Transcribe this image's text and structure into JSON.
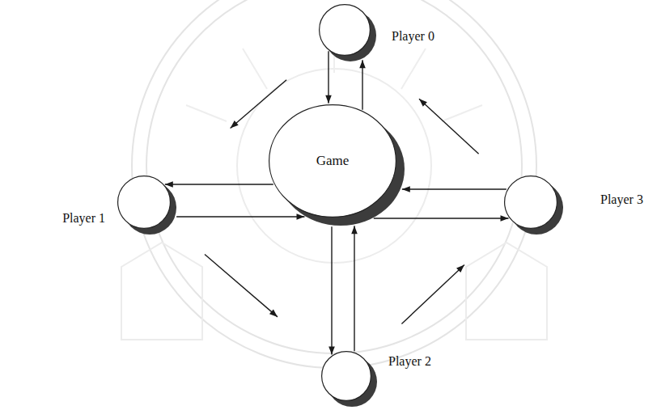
{
  "diagram": {
    "nodes": [
      {
        "text": [
          "Player 0"
        ]
      },
      {
        "text": [
          "Player 1"
        ]
      },
      {
        "text": [
          "Game"
        ]
      },
      {
        "text": [
          "Player 3"
        ]
      },
      {
        "text": [
          "Player 2"
        ]
      }
    ],
    "edges": [
      {
        "from": 0,
        "to": 2,
        "arrow": "to"
      },
      {
        "from": 2,
        "to": 0,
        "arrow": "to"
      },
      {
        "from": 2,
        "to": 1,
        "arrow": "to"
      },
      {
        "from": 1,
        "to": 2,
        "arrow": "to"
      },
      {
        "from": 2,
        "to": 4,
        "arrow": "to"
      },
      {
        "from": 4,
        "to": 2,
        "arrow": "to"
      },
      {
        "from": 3,
        "to": 2,
        "arrow": "to"
      },
      {
        "from": 2,
        "to": 3,
        "arrow": "to"
      },
      {
        "from": 0,
        "to": 1,
        "arrow": "to"
      },
      {
        "from": 1,
        "to": 4,
        "arrow": "to"
      },
      {
        "from": 4,
        "to": 3,
        "arrow": "to"
      },
      {
        "from": 3,
        "to": 0,
        "arrow": "to"
      }
    ]
  }
}
